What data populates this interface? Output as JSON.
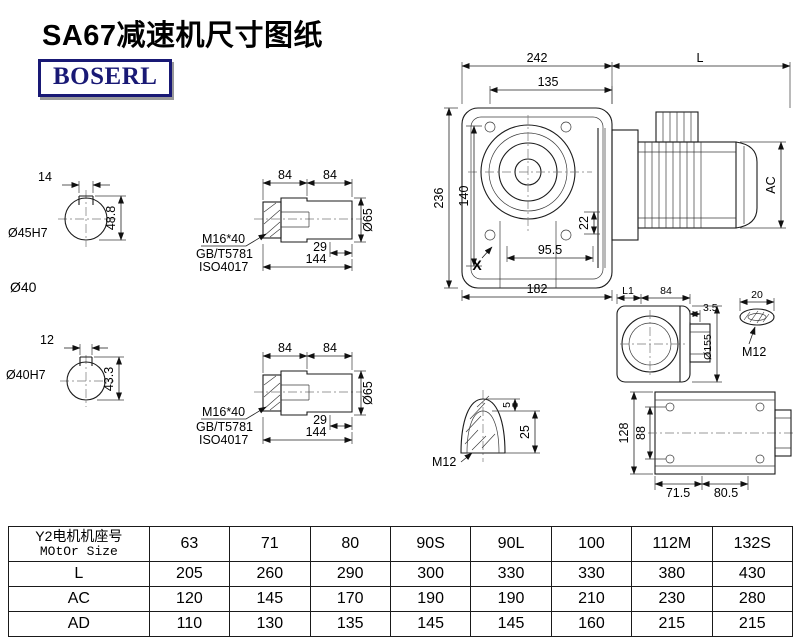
{
  "header": {
    "title": "SA67减速机尺寸图纸",
    "logo": "BOSERL"
  },
  "drawing": {
    "shaft1_end": {
      "keyway_width": "14",
      "bore": "Ø45H7",
      "height": "48.8"
    },
    "shaft_label": "Ø40",
    "shaft2_end": {
      "keyway_width": "12",
      "bore": "Ø40H7",
      "height": "43.3"
    },
    "shaft1_side": {
      "len1": "84",
      "len2": "84",
      "len3": "29",
      "total": "144",
      "dia": "Ø65",
      "bolt": "M16*40",
      "std1": "GB/T5781",
      "std2": "ISO4017"
    },
    "shaft2_side": {
      "len1": "84",
      "len2": "84",
      "len3": "29",
      "total": "144",
      "dia": "Ø65",
      "bolt": "M16*40",
      "std1": "GB/T5781",
      "std2": "ISO4017"
    },
    "front_view": {
      "width_242": "242",
      "motor_len": "L",
      "width_135": "135",
      "height_236": "236",
      "height_140": "140",
      "dim_22": "22",
      "dim_95_5": "95.5",
      "width_182": "182",
      "motor_dia": "AC",
      "x_label": "X"
    },
    "side_view": {
      "dim_l1": "L1",
      "dim_84": "84",
      "dim_3_5": "3.5",
      "dia_155": "Ø155",
      "plug_width": "20",
      "thread": "M12"
    },
    "plug_view": {
      "dim_5": "5",
      "dim_25": "25",
      "thread": "M12"
    },
    "bottom_view": {
      "height_128": "128",
      "height_88": "88",
      "dim_71_5": "71.5",
      "dim_80_5": "80.5"
    }
  },
  "table": {
    "header": {
      "label_cn": "Y2电机机座号",
      "label_en": "MOtOr Size",
      "sizes": [
        "63",
        "71",
        "80",
        "90S",
        "90L",
        "100",
        "112M",
        "132S"
      ]
    },
    "rows": [
      {
        "label": "L",
        "values": [
          "205",
          "260",
          "290",
          "300",
          "330",
          "330",
          "380",
          "430"
        ]
      },
      {
        "label": "AC",
        "values": [
          "120",
          "145",
          "170",
          "190",
          "190",
          "210",
          "230",
          "280"
        ]
      },
      {
        "label": "AD",
        "values": [
          "110",
          "130",
          "135",
          "145",
          "145",
          "160",
          "215",
          "215"
        ]
      }
    ]
  }
}
